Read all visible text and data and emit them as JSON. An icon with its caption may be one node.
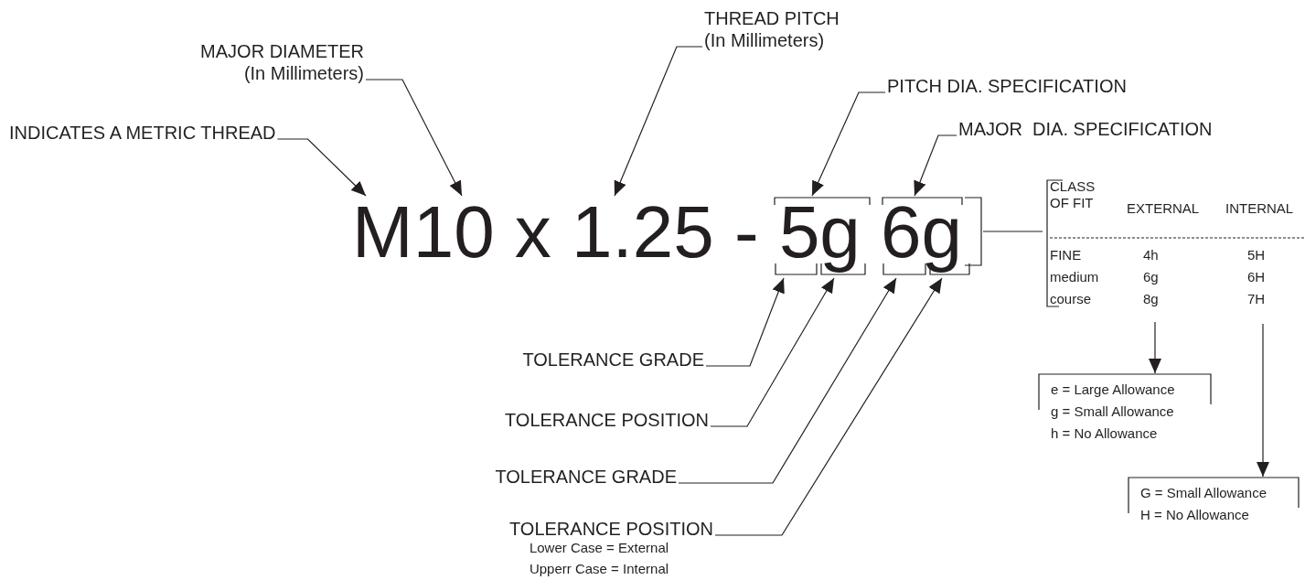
{
  "diagram": {
    "nodes": [
      {
        "text": [
          "INDICATES A METRIC THREAD"
        ]
      },
      {
        "text": [
          "MAJOR DIAMETER",
          "(In Millimeters)"
        ]
      },
      {
        "text": [
          "THREAD PITCH",
          "(In Millimeters)"
        ]
      },
      {
        "text": [
          "PITCH DIA. SPECIFICATION"
        ]
      },
      {
        "text": [
          "MAJOR  DIA. SPECIFICATION"
        ]
      },
      {
        "text": [
          "TOLERANCE GRADE"
        ]
      },
      {
        "text": [
          "TOLERANCE POSITION"
        ]
      },
      {
        "text": [
          "TOLERANCE GRADE"
        ]
      },
      {
        "text": [
          "TOLERANCE POSITION"
        ],
        "beside": [
          "Lower Case = External",
          "Upperr Case = Internal"
        ]
      },
      {
        "text": [
          "M10 x 1.25 - 5g 6g"
        ]
      },
      {
        "text": [],
        "shape": "bracket"
      },
      {
        "text": [
          "e = Large Allowance",
          "g = Small Allowance",
          "h = No Allowance"
        ]
      },
      {
        "text": [
          "G = Small Allowance",
          "H = No Allowance"
        ]
      }
    ],
    "edges": [
      {
        "from": 0,
        "to": 9,
        "arrow": "to"
      },
      {
        "from": 1,
        "to": 9,
        "arrow": "to"
      },
      {
        "from": 2,
        "to": 9,
        "arrow": "to"
      },
      {
        "from": 3,
        "to": 9,
        "arrow": "to"
      },
      {
        "from": 4,
        "to": 9,
        "arrow": "to"
      },
      {
        "from": 5,
        "to": 9,
        "arrow": "to"
      },
      {
        "from": 6,
        "to": 9,
        "arrow": "to"
      },
      {
        "from": 7,
        "to": 9,
        "arrow": "to"
      },
      {
        "from": 8,
        "to": 9,
        "arrow": "to"
      },
      {
        "from": 9,
        "to": 10,
        "arrow": "none"
      },
      {
        "from": null,
        "to": 11,
        "arrow": "to"
      },
      {
        "from": null,
        "to": 12,
        "arrow": "to"
      }
    ],
    "labels": [
      "CLASS OF FIT",
      "EXTERNAL",
      "INTERNAL",
      "FINE",
      "4h",
      "5H",
      "medium",
      "6g",
      "6H",
      "course",
      "8g",
      "7H"
    ]
  }
}
